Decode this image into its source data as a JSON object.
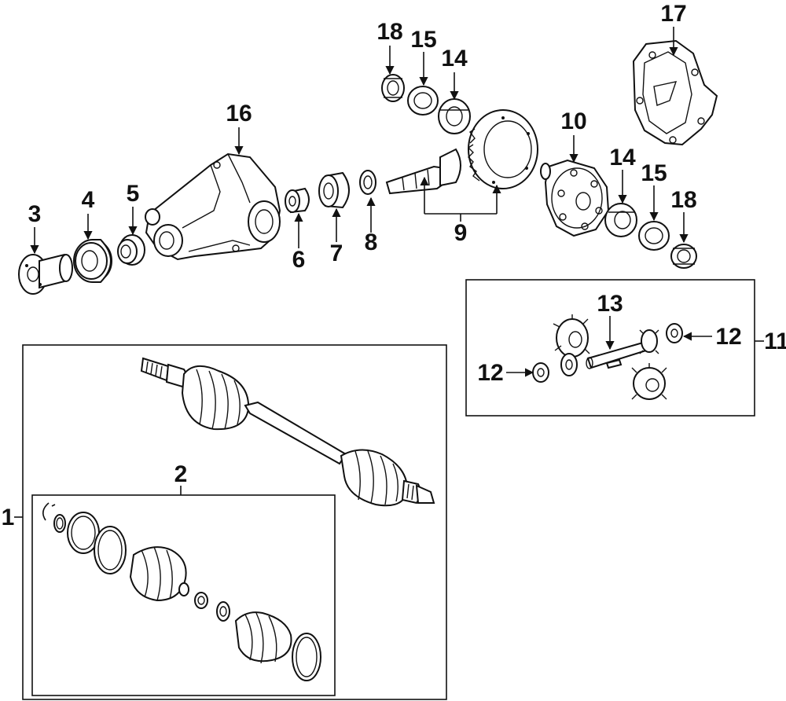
{
  "callouts": {
    "c1": "1",
    "c2": "2",
    "c3": "3",
    "c4": "4",
    "c5": "5",
    "c6": "6",
    "c7": "7",
    "c8": "8",
    "c9": "9",
    "c10": "10",
    "c11": "11",
    "c12a": "12",
    "c12b": "12",
    "c13": "13",
    "c14a": "14",
    "c14b": "14",
    "c15a": "15",
    "c15b": "15",
    "c16": "16",
    "c17": "17",
    "c18a": "18",
    "c18b": "18"
  },
  "colors": {
    "ink": "#111111",
    "background": "#ffffff"
  }
}
